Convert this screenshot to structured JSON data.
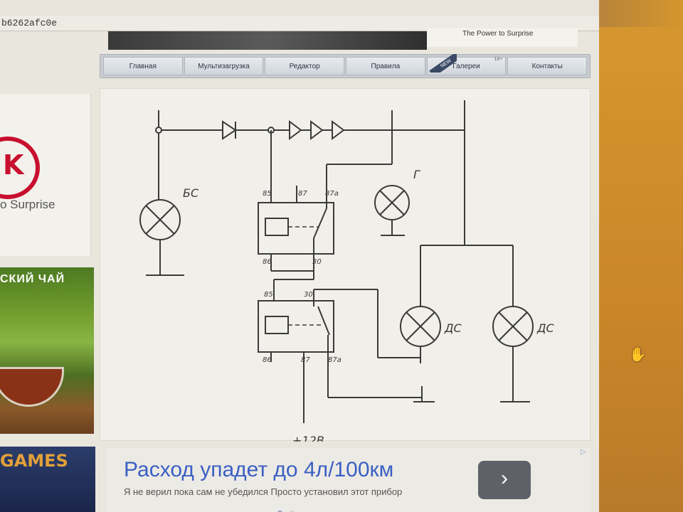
{
  "browser": {
    "url_fragment": "b6262afc0e"
  },
  "header": {
    "slogan": "The Power to Surprise"
  },
  "nav": {
    "items": [
      {
        "label": "Главная"
      },
      {
        "label": "Мультизагрузка"
      },
      {
        "label": "Редактор"
      },
      {
        "label": "Правила"
      },
      {
        "label": "Галереи",
        "badge": "18+"
      },
      {
        "label": "Контакты"
      }
    ],
    "new_ribbon": "NEW"
  },
  "left_ads": {
    "logo_letter": "K",
    "logo_slogan": "o Surprise",
    "tea_title": "СКИЙ ЧАЙ",
    "games_title": "GAMES"
  },
  "diagram": {
    "labels": {
      "bs": "БС",
      "g": "Г",
      "ds_left": "ДС",
      "ds_right": "ДС",
      "supply": "+12В",
      "r1_85": "85",
      "r1_87": "87",
      "r1_87a": "87а",
      "r1_86": "86",
      "r1_30": "30",
      "r2_85": "85",
      "r2_30": "30",
      "r2_86": "86",
      "r2_87": "87",
      "r2_87a": "87а"
    },
    "line_color": "#3a3a3a"
  },
  "ad": {
    "headline": "Расход упадет до 4л/100км",
    "subtext": "Я не верил пока сам не убедился Просто установил этот прибор",
    "next_glyph": "›",
    "choices_glyph": "▷",
    "dot_active_color": "#8a9bb8",
    "dot_inactive_color": "#d0d0d0"
  }
}
